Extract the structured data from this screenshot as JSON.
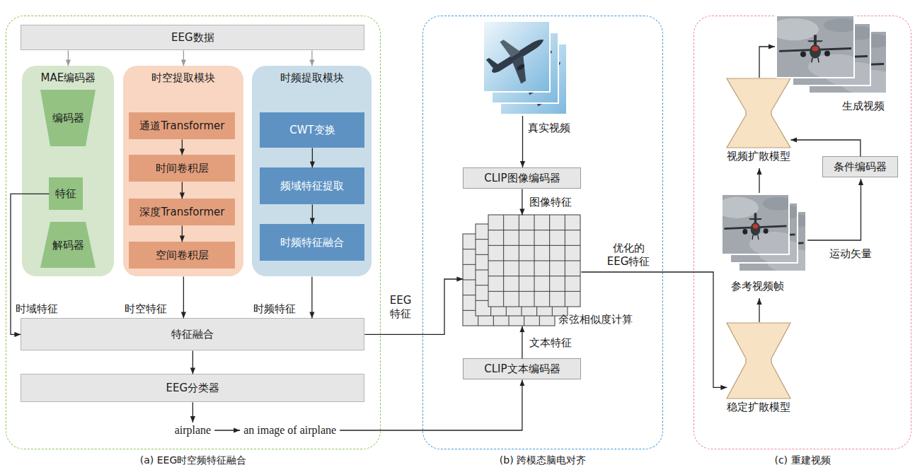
{
  "diagram": {
    "nodes": [
      {
        "text": [
          "(a) EEG时空频特征融合"
        ]
      },
      {
        "text": [
          "EEG数据"
        ],
        "in": 0
      },
      {
        "text": [
          "MAE编码器"
        ],
        "in": 0
      },
      {
        "text": [
          "编码器"
        ],
        "in": 2
      },
      {
        "text": [
          "特征"
        ],
        "in": 2
      },
      {
        "text": [
          "解码器"
        ],
        "in": 2
      },
      {
        "text": [
          "时空提取模块"
        ],
        "in": 0
      },
      {
        "text": [
          "通道Transformer"
        ],
        "in": 6
      },
      {
        "text": [
          "时间卷积层"
        ],
        "in": 6
      },
      {
        "text": [
          "深度Transformer"
        ],
        "in": 6
      },
      {
        "text": [
          "空间卷积层"
        ],
        "in": 6
      },
      {
        "text": [
          "时频提取模块"
        ],
        "in": 0
      },
      {
        "text": [
          "CWT变换"
        ],
        "in": 11
      },
      {
        "text": [
          "频域特征提取"
        ],
        "in": 11
      },
      {
        "text": [
          "时频特征融合"
        ],
        "in": 11
      },
      {
        "text": [
          "特征融合"
        ],
        "in": 0
      },
      {
        "text": [
          "EEG分类器"
        ],
        "in": 0
      },
      {
        "text": [
          "(b) 跨模态脑电对齐"
        ]
      },
      {
        "text": [
          "CLIP图像编码器"
        ],
        "in": 17
      },
      {
        "text": [
          "余弦相似度计算"
        ],
        "in": 17
      },
      {
        "text": [
          "CLIP文本编码器"
        ],
        "in": 17
      },
      {
        "text": [
          "(c) 重建视频"
        ]
      },
      {
        "text": [
          "视频扩散模型"
        ],
        "in": 21
      },
      {
        "text": [
          "条件编码器"
        ],
        "in": 21
      },
      {
        "text": [
          "稳定扩散模型"
        ],
        "in": 21
      }
    ],
    "edges": [
      {
        "from": 1,
        "to": 2,
        "arrow": "to"
      },
      {
        "from": 1,
        "to": 6,
        "arrow": "to"
      },
      {
        "from": 1,
        "to": 11,
        "arrow": "to"
      },
      {
        "from": 7,
        "to": 8,
        "arrow": "to"
      },
      {
        "from": 8,
        "to": 9,
        "arrow": "to"
      },
      {
        "from": 9,
        "to": 10,
        "arrow": "to"
      },
      {
        "from": 12,
        "to": 13,
        "arrow": "to"
      },
      {
        "from": 13,
        "to": 14,
        "arrow": "to"
      },
      {
        "from": 4,
        "to": 15,
        "label": "时域特征",
        "arrow": "to"
      },
      {
        "from": 6,
        "to": 15,
        "label": "时空特征",
        "arrow": "to"
      },
      {
        "from": 11,
        "to": 15,
        "label": "时频特征",
        "arrow": "to"
      },
      {
        "from": 15,
        "to": 16,
        "arrow": "to"
      },
      {
        "from": 15,
        "to": 19,
        "label": "EEG 特征",
        "arrow": "to"
      },
      {
        "from": 18,
        "to": 19,
        "label": "图像特征",
        "arrow": "to"
      },
      {
        "from": 20,
        "to": 19,
        "label": "文本特征",
        "arrow": "to"
      },
      {
        "from": 19,
        "to": 24,
        "label": "优化的 EEG特征",
        "arrow": "to"
      },
      {
        "from": 23,
        "to": 22,
        "arrow": "to"
      }
    ],
    "labels": [
      "airplane",
      "an image of airplane",
      "真实视频",
      "生成视频",
      "参考视频帧",
      "运动矢量"
    ]
  }
}
